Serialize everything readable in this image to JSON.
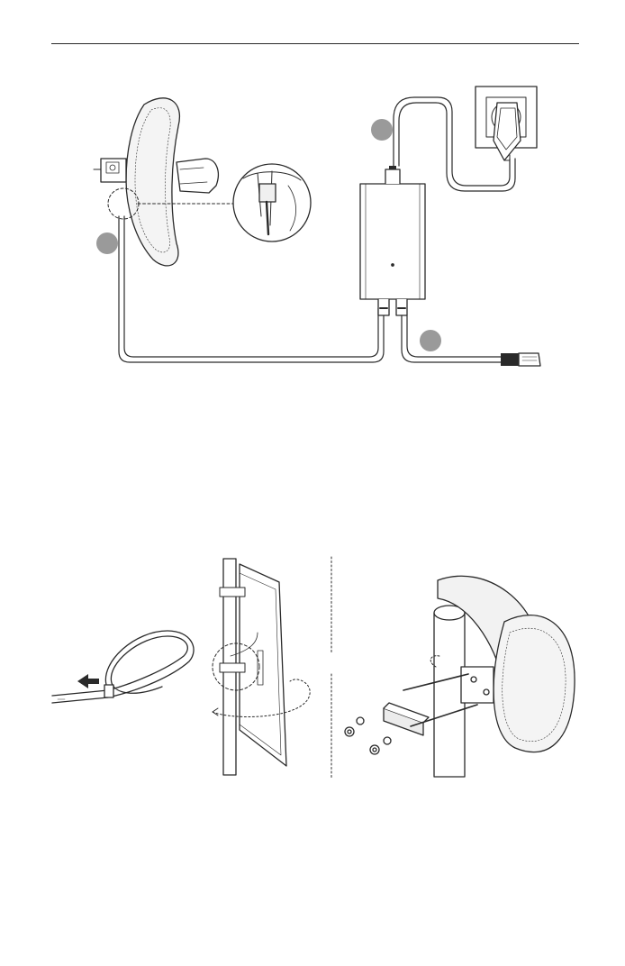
{
  "page": {
    "background": "#ffffff",
    "line_color": "#2a2a2a",
    "marker_fill": "#9a9a9a"
  },
  "figure_top": {
    "steps": [
      {
        "label": ""
      },
      {
        "label": ""
      },
      {
        "label": ""
      }
    ],
    "icons": [
      "antenna-dish",
      "poe-adapter",
      "wall-socket",
      "power-plug",
      "ethernet-connector",
      "zoom-detail-circle"
    ]
  },
  "figure_bottom": {
    "icons": [
      "pole",
      "cable-tie",
      "pull-arrow",
      "mounting-bracket",
      "bolt",
      "washer",
      "nut",
      "antenna-dish"
    ]
  }
}
